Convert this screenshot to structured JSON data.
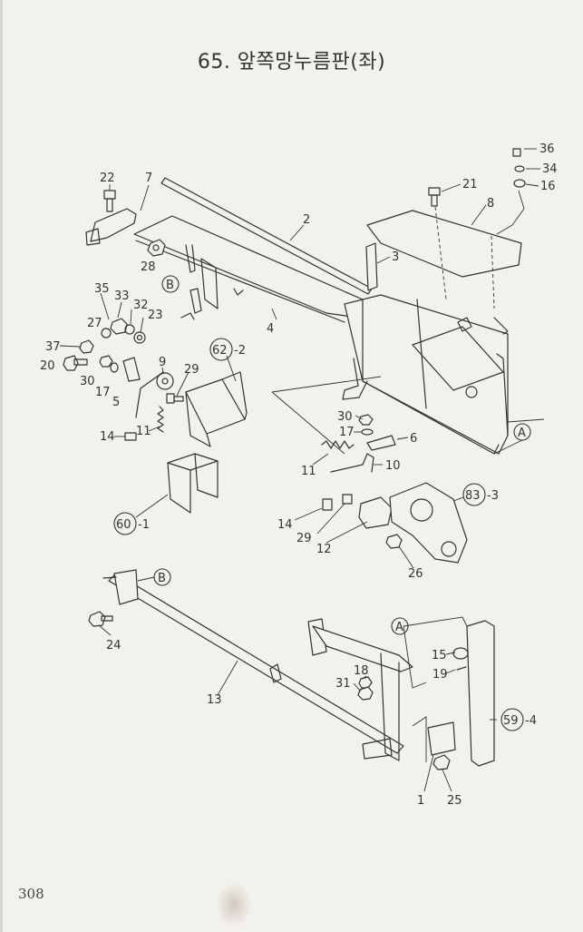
{
  "title": "65. 앞쪽망누름판(좌)",
  "page_number": "308",
  "callouts": {
    "c36": "36",
    "c34": "34",
    "c16": "16",
    "c21": "21",
    "c8": "8",
    "c22": "22",
    "c7": "7",
    "c2": "2",
    "c3": "3",
    "c28": "28",
    "c4": "4",
    "c35": "35",
    "c33": "33",
    "c32": "32",
    "c23": "23",
    "c27": "27",
    "c37": "37",
    "c20": "20",
    "c30a": "30",
    "c17a": "17",
    "c5": "5",
    "c9": "9",
    "c29a": "29",
    "c14a": "14",
    "c11a": "11",
    "c30b": "30",
    "c17b": "17",
    "c6": "6",
    "c11b": "11",
    "c10": "10",
    "c14b": "14",
    "c29b": "29",
    "c12": "12",
    "c26": "26",
    "c24": "24",
    "c13": "13",
    "c18": "18",
    "c31": "31",
    "c15": "15",
    "c19": "19",
    "c1": "1",
    "c25": "25"
  },
  "refs": {
    "b1": "B",
    "b2": "B",
    "a1": "A",
    "a2": "A",
    "r62": "62",
    "r62_suffix": "-2",
    "r60": "60",
    "r60_suffix": "-1",
    "r83": "83",
    "r83_suffix": "-3",
    "r59": "59",
    "r59_suffix": "-4"
  }
}
